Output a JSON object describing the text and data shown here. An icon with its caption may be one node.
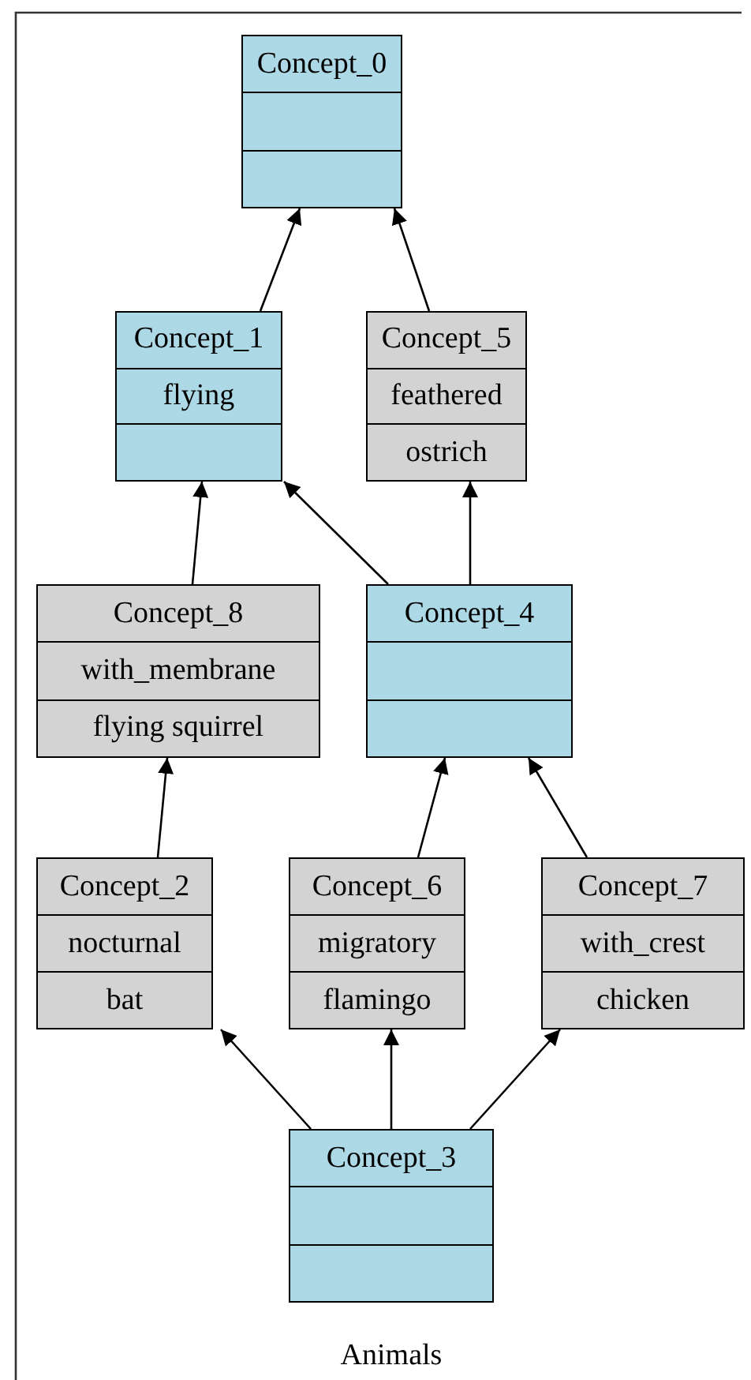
{
  "diagram": {
    "caption": "Animals",
    "nodes": [
      {
        "text": [
          "Concept_0"
        ]
      },
      {
        "text": [
          "Concept_1",
          "flying"
        ]
      },
      {
        "text": [
          "Concept_5",
          "feathered",
          "ostrich"
        ]
      },
      {
        "text": [
          "Concept_8",
          "with_membrane",
          "flying squirrel"
        ]
      },
      {
        "text": [
          "Concept_4"
        ]
      },
      {
        "text": [
          "Concept_2",
          "nocturnal",
          "bat"
        ]
      },
      {
        "text": [
          "Concept_6",
          "migratory",
          "flamingo"
        ]
      },
      {
        "text": [
          "Concept_7",
          "with_crest",
          "chicken"
        ]
      },
      {
        "text": [
          "Concept_3"
        ]
      }
    ],
    "edges": [
      {
        "from": 1,
        "to": 0,
        "arrow": "to"
      },
      {
        "from": 2,
        "to": 0,
        "arrow": "to"
      },
      {
        "from": 3,
        "to": 1,
        "arrow": "to"
      },
      {
        "from": 4,
        "to": 1,
        "arrow": "to"
      },
      {
        "from": 4,
        "to": 2,
        "arrow": "to"
      },
      {
        "from": 5,
        "to": 3,
        "arrow": "to"
      },
      {
        "from": 6,
        "to": 4,
        "arrow": "to"
      },
      {
        "from": 7,
        "to": 4,
        "arrow": "to"
      },
      {
        "from": 8,
        "to": 5,
        "arrow": "to"
      },
      {
        "from": 8,
        "to": 6,
        "arrow": "to"
      },
      {
        "from": 8,
        "to": 7,
        "arrow": "to"
      }
    ]
  }
}
